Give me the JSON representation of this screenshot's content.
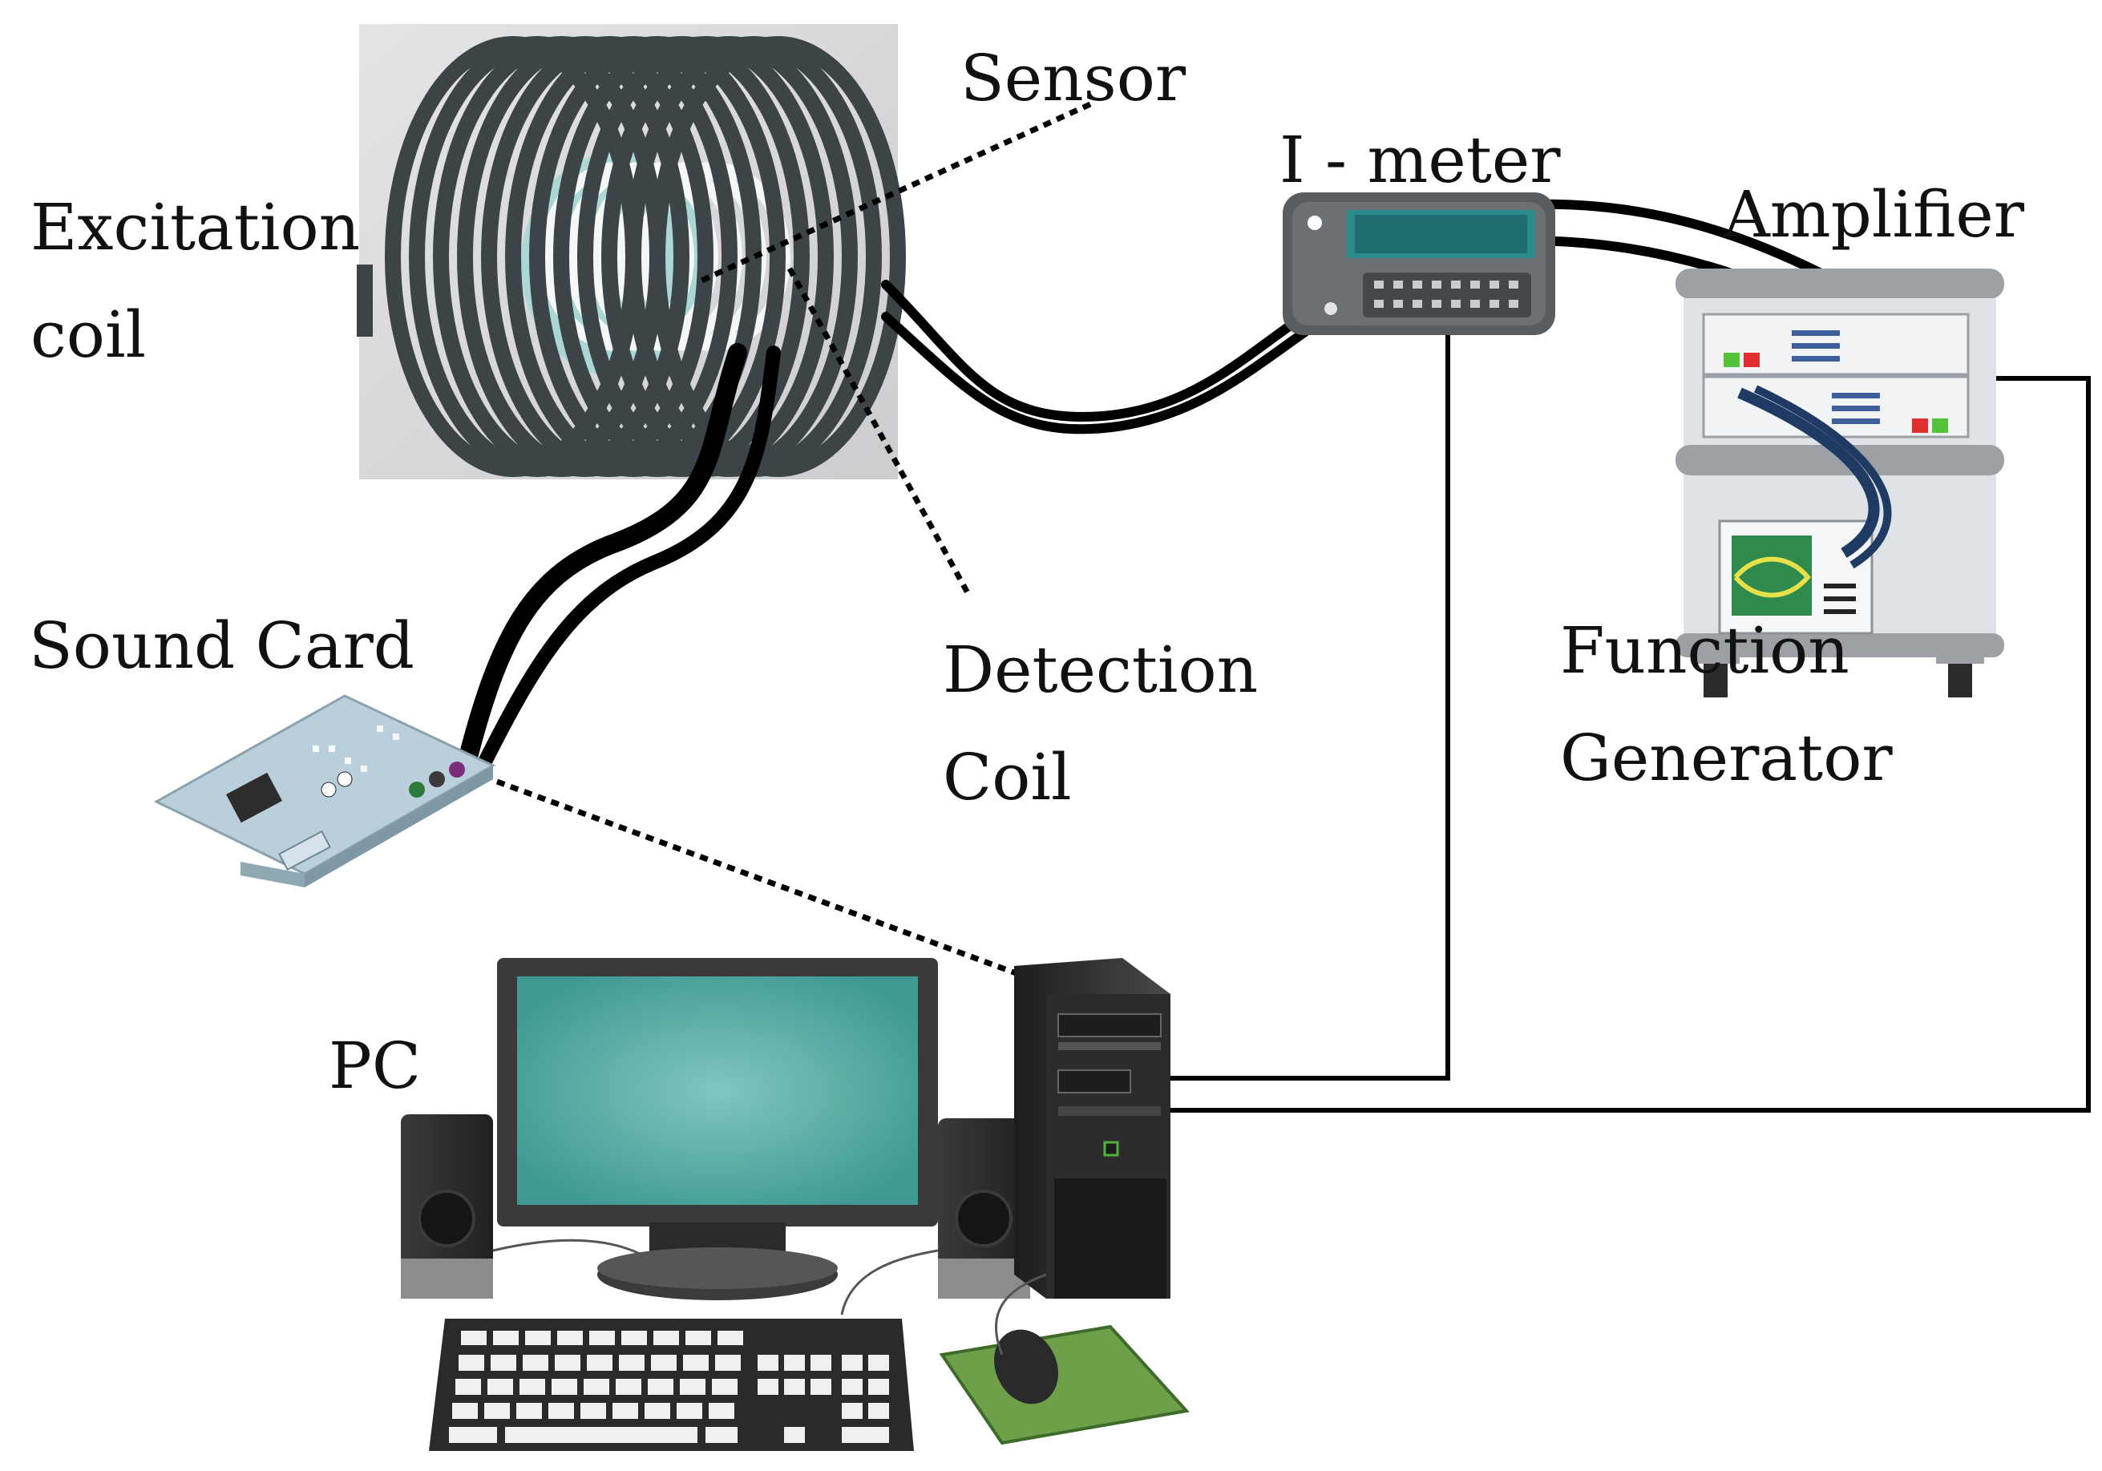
{
  "labels": {
    "excitation_coil_line1": "Excitation",
    "excitation_coil_line2": "coil",
    "sensor": "Sensor",
    "i_meter": "I - meter",
    "amplifier": "Amplifier",
    "sound_card": "Sound Card",
    "detection_coil_line1": "Detection",
    "detection_coil_line2": "Coil",
    "function_generator_line1": "Function",
    "function_generator_line2": "Generator",
    "pc": "PC"
  },
  "icons": {
    "excitation_coil": "coil-icon",
    "detection_coil": "coil-icon",
    "sound_card": "sound-card-icon",
    "i_meter": "multimeter-icon",
    "amplifier": "amplifier-rack-icon",
    "function_generator": "waveform-generator-icon",
    "monitor": "monitor-icon",
    "tower": "computer-tower-icon",
    "speakers": "speaker-icon",
    "keyboard": "keyboard-icon",
    "mouse": "mouse-icon"
  },
  "colors": {
    "cable": "#000000",
    "coil_dark": "#3d4447",
    "coil_light": "#f2f4f4",
    "screen": "#5fb3ad",
    "board": "#b9d0dc",
    "rack": "#d3d7dc",
    "cable_blue": "#1f3a63",
    "mousepad": "#6ea04a"
  }
}
